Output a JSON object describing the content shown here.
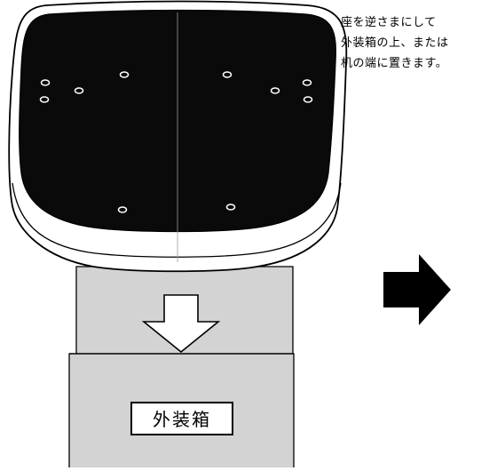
{
  "instruction": {
    "lines": [
      "座を逆さまにして",
      "外装箱の上、または",
      "机の端に置きます。"
    ]
  },
  "box": {
    "label": "外装箱"
  },
  "colors": {
    "seat_top": "#0a0a0a",
    "seat_rim": "#ffffff",
    "outline": "#000000",
    "box_fill": "#d3d3d3",
    "holes": "#ffffff",
    "arrow": "#000000"
  },
  "icons": {
    "down_arrow": "down-arrow-icon",
    "next_step_arrow": "right-arrow-icon"
  }
}
